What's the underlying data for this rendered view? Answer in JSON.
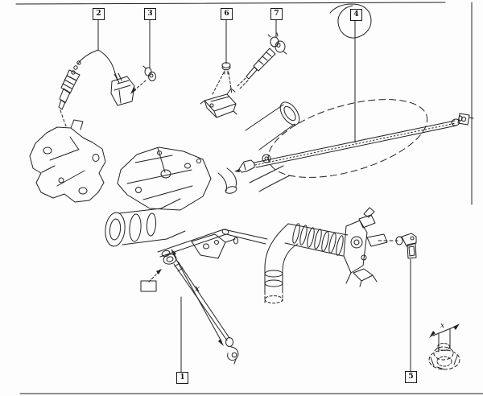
{
  "diagram": {
    "callouts": [
      {
        "label": "1"
      },
      {
        "label": "2"
      },
      {
        "label": "3"
      },
      {
        "label": "4",
        "highlighted": true
      },
      {
        "label": "5"
      },
      {
        "label": "6"
      },
      {
        "label": "7"
      }
    ],
    "dimension_labels": [
      {
        "text": "x"
      },
      {
        "text": "x"
      }
    ],
    "highlight": {
      "around_callout": "4",
      "shape": "hand-drawn-circle",
      "color": "#c13b33"
    },
    "colors": {
      "line": "#222222",
      "background": "#ffffff"
    }
  }
}
